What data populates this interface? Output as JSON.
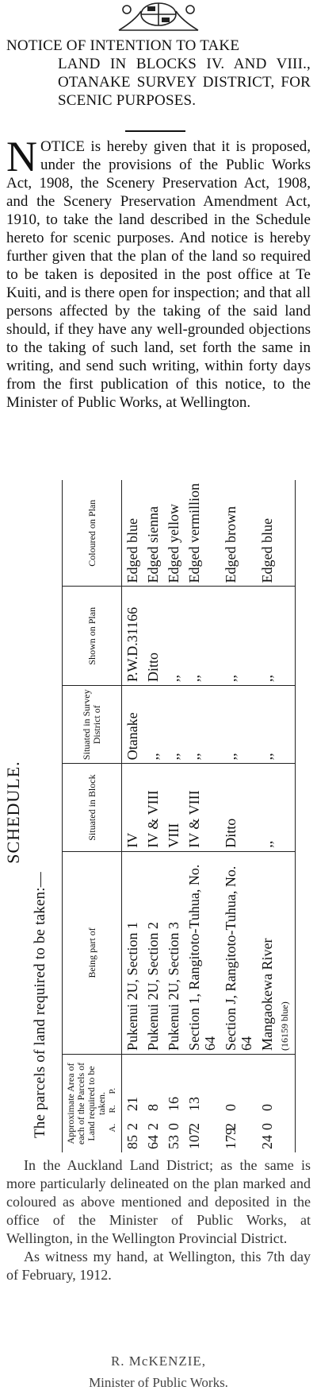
{
  "notice": {
    "title_first": "NOTICE OF INTENTION TO TAKE",
    "title_rest": "LAND IN BLOCKS IV. AND VIII., OTANAKE SURVEY DISTRICT, FOR SCENIC PURPOSES.",
    "dropcap": "N",
    "body_after_cap": "OTICE is hereby given that it is proposed, under the provisions of the Public Works Act, 1908, the Scenery Preservation Act, 1908, and the Scenery Preservation Amendment Act, 1910, to take the land described in the Schedule hereto for scenic purposes. And notice is hereby further given that the plan of the land so required to be taken is deposited in the post office at Te Kuiti, and is there open for inspection; and that all persons affected by the taking of the said land should, if they have any well-grounded objections to the taking of such land, set forth the same in writing, and send such writing, within forty days from the first publication of this notice, to the Minister of Public Works, at Wellington."
  },
  "schedule": {
    "heading": "SCHEDULE.",
    "intro": "The parcels of land required to be taken:—",
    "columns": {
      "area": "Approximate Area of each of the Parcels of Land required to be taken.",
      "area_units": [
        "A.",
        "R.",
        "P."
      ],
      "being_part_of": "Being part of",
      "block": "Situated in Block",
      "district": "Situated in Survey District of",
      "shown_on": "Shown on Plan",
      "coloured": "Coloured on Plan"
    },
    "rows": [
      {
        "a": "85",
        "r": "2",
        "p": "21",
        "part": "Pukenui 2U, Section 1",
        "block": "IV",
        "district": "Otanake",
        "plan": "P.W.D.31166",
        "colour": "Edged blue"
      },
      {
        "a": "64",
        "r": "2",
        "p": "8",
        "part": "Pukenui 2U, Section 2",
        "block": "IV & VIII",
        "district": ",,",
        "plan": "Ditto",
        "colour": "Edged sienna"
      },
      {
        "a": "53",
        "r": "0",
        "p": "16",
        "part": "Pukenui 2U, Section 3",
        "block": "VIII",
        "district": ",,",
        "plan": ",,",
        "colour": "Edged yellow"
      },
      {
        "a": "107",
        "r": "2",
        "p": "13",
        "part": "Section 1, Rangitoto-Tuhua, No. 64",
        "block": "IV & VIII",
        "district": ",,",
        "plan": ",,",
        "colour": "Edged vermillion"
      },
      {
        "a": "179",
        "r": "2",
        "p": "0",
        "part": "Section J, Rangitoto-Tuhua, No. 64",
        "block": "Ditto",
        "district": ",,",
        "plan": ",,",
        "colour": "Edged brown"
      },
      {
        "a": "24",
        "r": "0",
        "p": "0",
        "part": "Mangaokewa River",
        "part_note": "(16159 blue)",
        "block": ",,",
        "district": ",,",
        "plan": ",,",
        "colour": "Edged blue"
      }
    ]
  },
  "closing": {
    "para1": "In the Auckland Land District; as the same is more particularly delineated on the plan marked and coloured as above mentioned and deposited in the office of the Minister of Public Works, at Wellington, in the Wellington Provincial District.",
    "para2": "As witness my hand, at Wellington, this 7th day of February, 1912.",
    "signature": "R. McKENZIE,",
    "signatory_title": "Minister of Public Works."
  }
}
